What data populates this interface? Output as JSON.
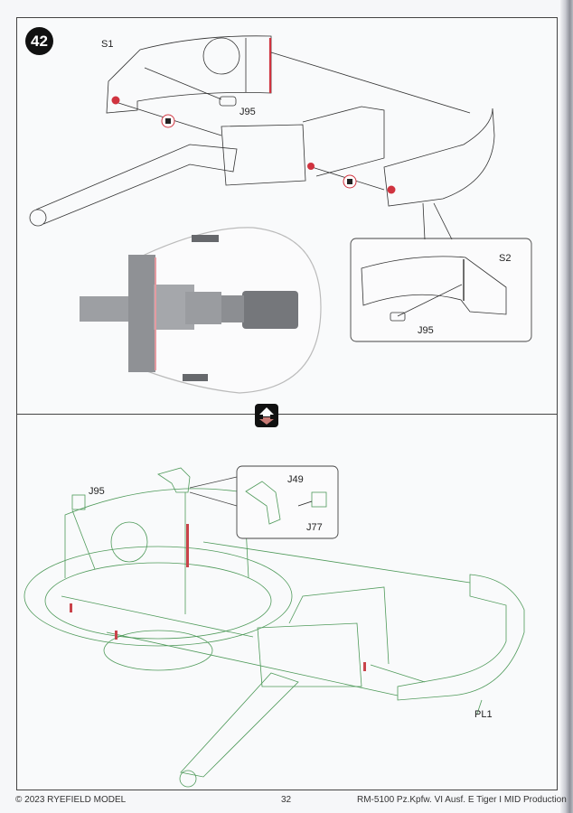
{
  "page": {
    "step_number": "42",
    "page_number": "32",
    "copyright": "© 2023 RYEFIELD MODEL",
    "product_title": "RM-5100 Pz.Kpfw. VI Ausf. E Tiger I MID Production"
  },
  "step_top": {
    "part_labels": {
      "s1": "S1",
      "j95_main": "J95",
      "s2": "S2",
      "j95_inset": "J95"
    },
    "glue_icon": "no-glue-icon",
    "accent_red": "#d0333f"
  },
  "step_bottom": {
    "part_labels": {
      "j95": "J95",
      "j49": "J49",
      "j77": "J77",
      "pl1": "PL1"
    },
    "line_color": "#4f9a5a"
  },
  "flip_icon": "flip-assembly-icon"
}
